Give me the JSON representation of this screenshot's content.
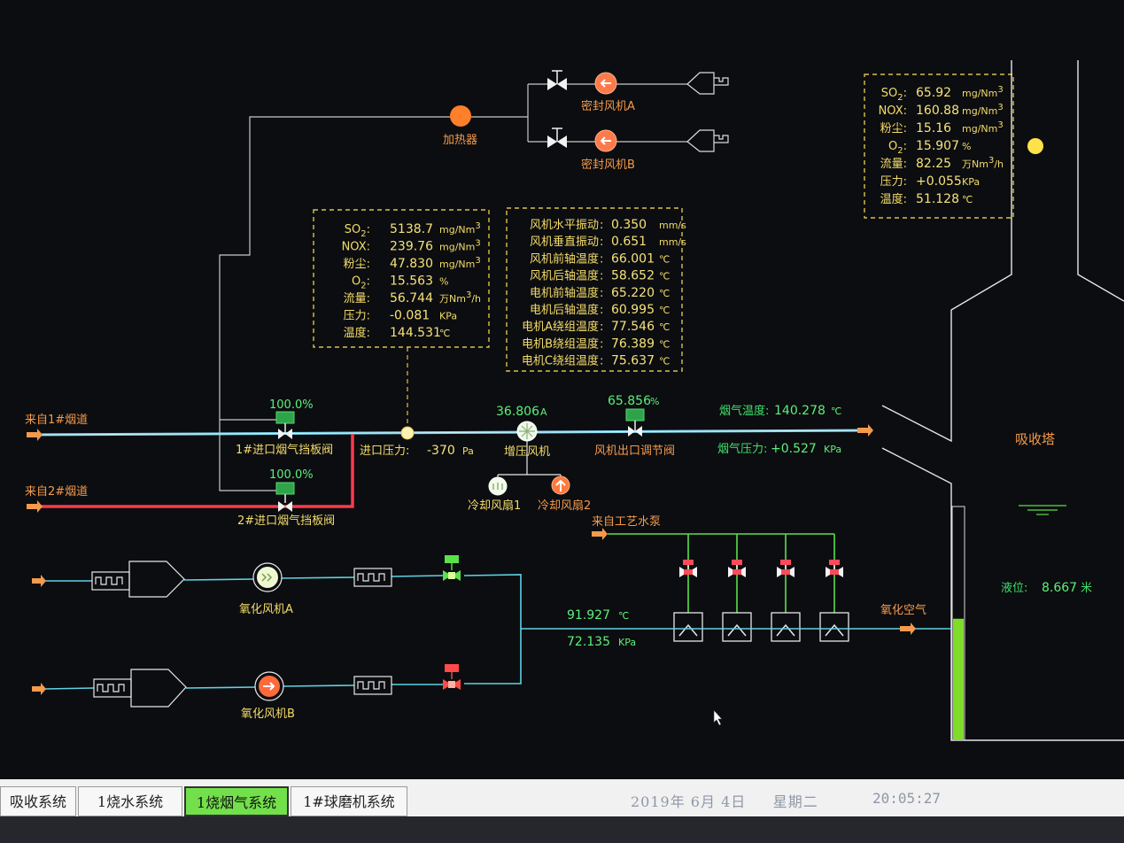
{
  "colors": {
    "background": "#0c0d10",
    "flue_pipe": "#7ed6ee",
    "inlet2_pipe": "#ff3a4a",
    "water_pipe": "#5ae04a",
    "air_pipe": "#5fd2e6",
    "dashed_box": "#d8c24a",
    "level_fill": "#7fdc2a"
  },
  "top": {
    "heater": "加热器",
    "seal_fan_a": "密封风机A",
    "seal_fan_b": "密封风机B"
  },
  "inlet_box": {
    "rows": [
      {
        "name": "SO",
        "sub": "2",
        "value": "5138.7",
        "unit": "mg/Nm",
        "sup": "3"
      },
      {
        "name": "NOX",
        "sub": "",
        "value": "239.76",
        "unit": "mg/Nm",
        "sup": "3"
      },
      {
        "name": "粉尘",
        "sub": "",
        "value": "47.830",
        "unit": "mg/Nm",
        "sup": "3"
      },
      {
        "name": "O",
        "sub": "2",
        "value": "15.563",
        "unit": "%",
        "sup": ""
      },
      {
        "name": "流量",
        "sub": "",
        "value": "56.744",
        "unit": "万Nm",
        "sup": "3",
        "unit_tail": "/h"
      },
      {
        "name": "压力",
        "sub": "",
        "value": "-0.081",
        "unit": "KPa",
        "sup": ""
      },
      {
        "name": "温度",
        "sub": "",
        "value": "144.531",
        "unit": "℃",
        "sup": ""
      }
    ]
  },
  "fan_box": {
    "rows": [
      {
        "name": "风机水平振动",
        "value": "0.350",
        "unit": "mm/s"
      },
      {
        "name": "风机垂直振动",
        "value": "0.651",
        "unit": "mm/s"
      },
      {
        "name": "风机前轴温度",
        "value": "66.001",
        "unit": "℃"
      },
      {
        "name": "风机后轴温度",
        "value": "58.652",
        "unit": "℃"
      },
      {
        "name": "电机前轴温度",
        "value": "65.220",
        "unit": "℃"
      },
      {
        "name": "电机后轴温度",
        "value": "60.995",
        "unit": "℃"
      },
      {
        "name": "电机A绕组温度",
        "value": "77.546",
        "unit": "℃"
      },
      {
        "name": "电机B绕组温度",
        "value": "76.389",
        "unit": "℃"
      },
      {
        "name": "电机C绕组温度",
        "value": "75.637",
        "unit": "℃"
      }
    ]
  },
  "outlet_box": {
    "rows": [
      {
        "name": "SO",
        "sub": "2",
        "sep": ":",
        "value": "65.92",
        "unit": "mg/Nm",
        "sup": "3"
      },
      {
        "name": "NOX",
        "sub": "",
        "sep": ":",
        "value": "160.88",
        "unit": "mg/Nm",
        "sup": "3"
      },
      {
        "name": "粉尘",
        "sub": "",
        "sep": ":",
        "value": "15.16",
        "unit": "mg/Nm",
        "sup": "3"
      },
      {
        "name": "O",
        "sub": "2",
        "sep": ":",
        "value": "15.907",
        "unit": "%",
        "sup": ""
      },
      {
        "name": "流量",
        "sub": "",
        "sep": ":",
        "value": "82.25",
        "unit": "万Nm",
        "sup": "3",
        "unit_tail": "/h"
      },
      {
        "name": "压力",
        "sub": "",
        "sep": ":",
        "value": "+0.055",
        "unit": "KPa",
        "sup": ""
      },
      {
        "name": "温度",
        "sub": "",
        "sep": ":",
        "value": "51.128",
        "unit": "℃",
        "sup": ""
      }
    ]
  },
  "flue": {
    "from_flue1": "来自1#烟道",
    "from_flue2": "来自2#烟道",
    "damper1_pct": "100.0%",
    "damper1_label": "1#进口烟气挡板阀",
    "damper2_pct": "100.0%",
    "damper2_label": "2#进口烟气挡板阀",
    "inlet_pressure_label": "进口压力:",
    "inlet_pressure_value": "-370",
    "inlet_pressure_unit": "Pa",
    "booster_current": "36.806",
    "booster_current_unit": "A",
    "booster_label": "增压风机",
    "outlet_valve_pct": "65.856",
    "outlet_valve_pct_unit": "%",
    "outlet_valve_label": "风机出口调节阀",
    "flue_temp_label": "烟气温度:",
    "flue_temp_value": "140.278",
    "flue_temp_unit": "℃",
    "flue_press_label": "烟气压力:",
    "flue_press_value": "+0.527",
    "flue_press_unit": "KPa",
    "cooling_fan_1": "冷却风扇1",
    "cooling_fan_2": "冷却风扇2"
  },
  "absorber": {
    "label": "吸收塔",
    "level_label": "液位:",
    "level_value": "8.667",
    "level_unit": "米",
    "level_fraction": 0.52
  },
  "oxidation": {
    "from_process_pump": "来自工艺水泵",
    "fan_a": "氧化风机A",
    "fan_b": "氧化风机B",
    "temp_value": "91.927",
    "temp_unit": "℃",
    "pressure_value": "72.135",
    "pressure_unit": "KPa",
    "air_label": "氧化空气"
  },
  "tabs": [
    {
      "label": "吸收系统",
      "active": false
    },
    {
      "label": "1烧水系统",
      "active": false
    },
    {
      "label": "1烧烟气系统",
      "active": true
    },
    {
      "label": "1#球磨机系统",
      "active": false
    }
  ],
  "status": {
    "date_text": "2019年 6月 4日",
    "weekday_label": "星期",
    "weekday_value": "二",
    "time": "20:05:27"
  }
}
